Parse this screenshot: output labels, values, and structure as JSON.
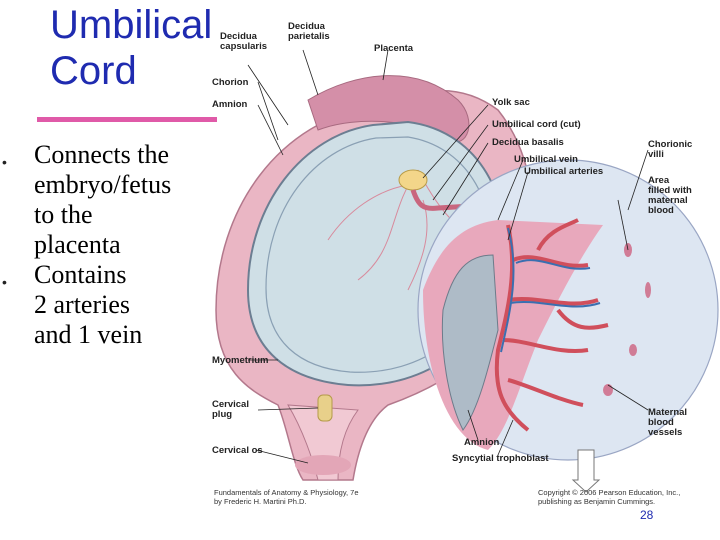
{
  "slide": {
    "title": "Umbilical\nCord",
    "bullets": [
      "Connects the\nembryo/fetus\nto the\nplacenta",
      "Contains\n2 arteries\nand 1 vein"
    ],
    "page_number": "28"
  },
  "figure": {
    "labels": {
      "decidua_capsularis": "Decidua\ncapsularis",
      "decidua_parietalis": "Decidua\nparietalis",
      "placenta": "Placenta",
      "chorion": "Chorion",
      "amnion_top": "Amnion",
      "yolk_sac": "Yolk sac",
      "umbilical_cord": "Umbilical cord (cut)",
      "decidua_basalis": "Decidua basalis",
      "umbilical_vein": "Umbilical vein",
      "umbilical_arteries": "Umbilical arteries",
      "chorionic_villi": "Chorionic\nvilli",
      "area_filled": "Area\nfilled with\nmaternal\nblood",
      "myometrium": "Myometrium",
      "cervical_plug": "Cervical\nplug",
      "cervical_os": "Cervical os",
      "maternal_vessels": "Maternal\nblood\nvessels",
      "amnion_bottom": "Amnion",
      "syncytial": "Syncytial trophoblast"
    },
    "credit_left": "Fundamentals of Anatomy & Physiology, 7e\nby Frederic H. Martini  Ph.D.",
    "credit_right": "Copyright © 2006 Pearson Education, Inc.,\npublishing as Benjamin Cummings."
  },
  "colors": {
    "title": "#1f2bb0",
    "accent_rule": "#e05aa8",
    "uterus_wall": "#e8b2c0",
    "placenta": "#d690a8",
    "amniotic_cavity": "#c9dbe3",
    "villi": "#d2555f",
    "vein": "#3a6fb0"
  }
}
